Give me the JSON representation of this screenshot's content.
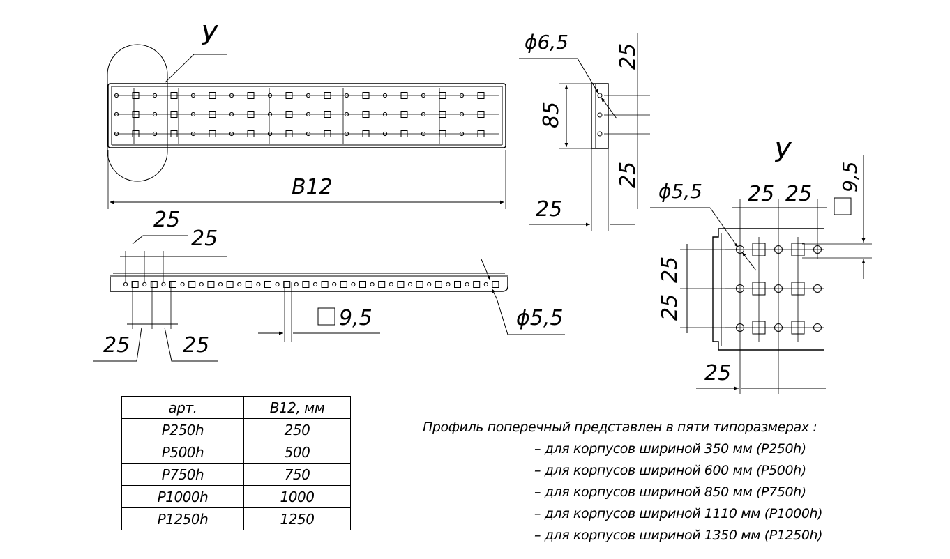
{
  "views": {
    "top": {
      "detail_mark": "У",
      "width_label": "B12"
    },
    "bottom": {
      "pitch_top_a": "25",
      "pitch_top_b": "25",
      "pitch_bottom_a": "25",
      "pitch_bottom_b": "25",
      "square_hole": "9,5",
      "round_hole": "ϕ5,5"
    },
    "side": {
      "hole": "ϕ6,5",
      "top_offset": "25",
      "height": "85",
      "bottom_offset": "25",
      "base": "25"
    },
    "detail": {
      "mark": "У",
      "hole": "ϕ5,5",
      "pitch_x_a": "25",
      "pitch_x_b": "25",
      "square_hole": "9,5",
      "pitch_y_a": "25",
      "pitch_y_b": "25",
      "base": "25"
    }
  },
  "table": {
    "headers": [
      "арт.",
      "B12, мм"
    ],
    "rows": [
      [
        "P250h",
        "250"
      ],
      [
        "P500h",
        "500"
      ],
      [
        "P750h",
        "750"
      ],
      [
        "P1000h",
        "1000"
      ],
      [
        "P1250h",
        "1250"
      ]
    ]
  },
  "notes": {
    "title": "Профиль поперечный представлен в пяти типоразмерах  :",
    "items": [
      "– для корпусов шириной 350 мм (P250h)",
      "– для корпусов шириной 600 мм (P500h)",
      "– для корпусов шириной 850 мм (P750h)",
      "– для корпусов шириной 1110 мм (P1000h)",
      "– для корпусов шириной 1350 мм (P1250h)"
    ]
  }
}
